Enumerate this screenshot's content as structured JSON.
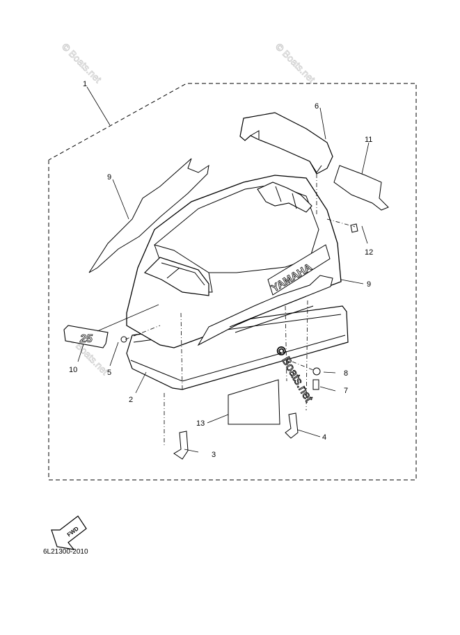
{
  "watermark": "© Boats.net",
  "brand": "YAMAHA",
  "decal_text": "25",
  "fwd": "FWD",
  "diagram_code": "6L21300-2010",
  "callouts": {
    "c1": "1",
    "c2": "2",
    "c3": "3",
    "c4": "4",
    "c5": "5",
    "c6": "6",
    "c7": "7",
    "c8": "8",
    "c9a": "9",
    "c9b": "9",
    "c10": "10",
    "c11": "11",
    "c12": "12",
    "c13": "13"
  }
}
